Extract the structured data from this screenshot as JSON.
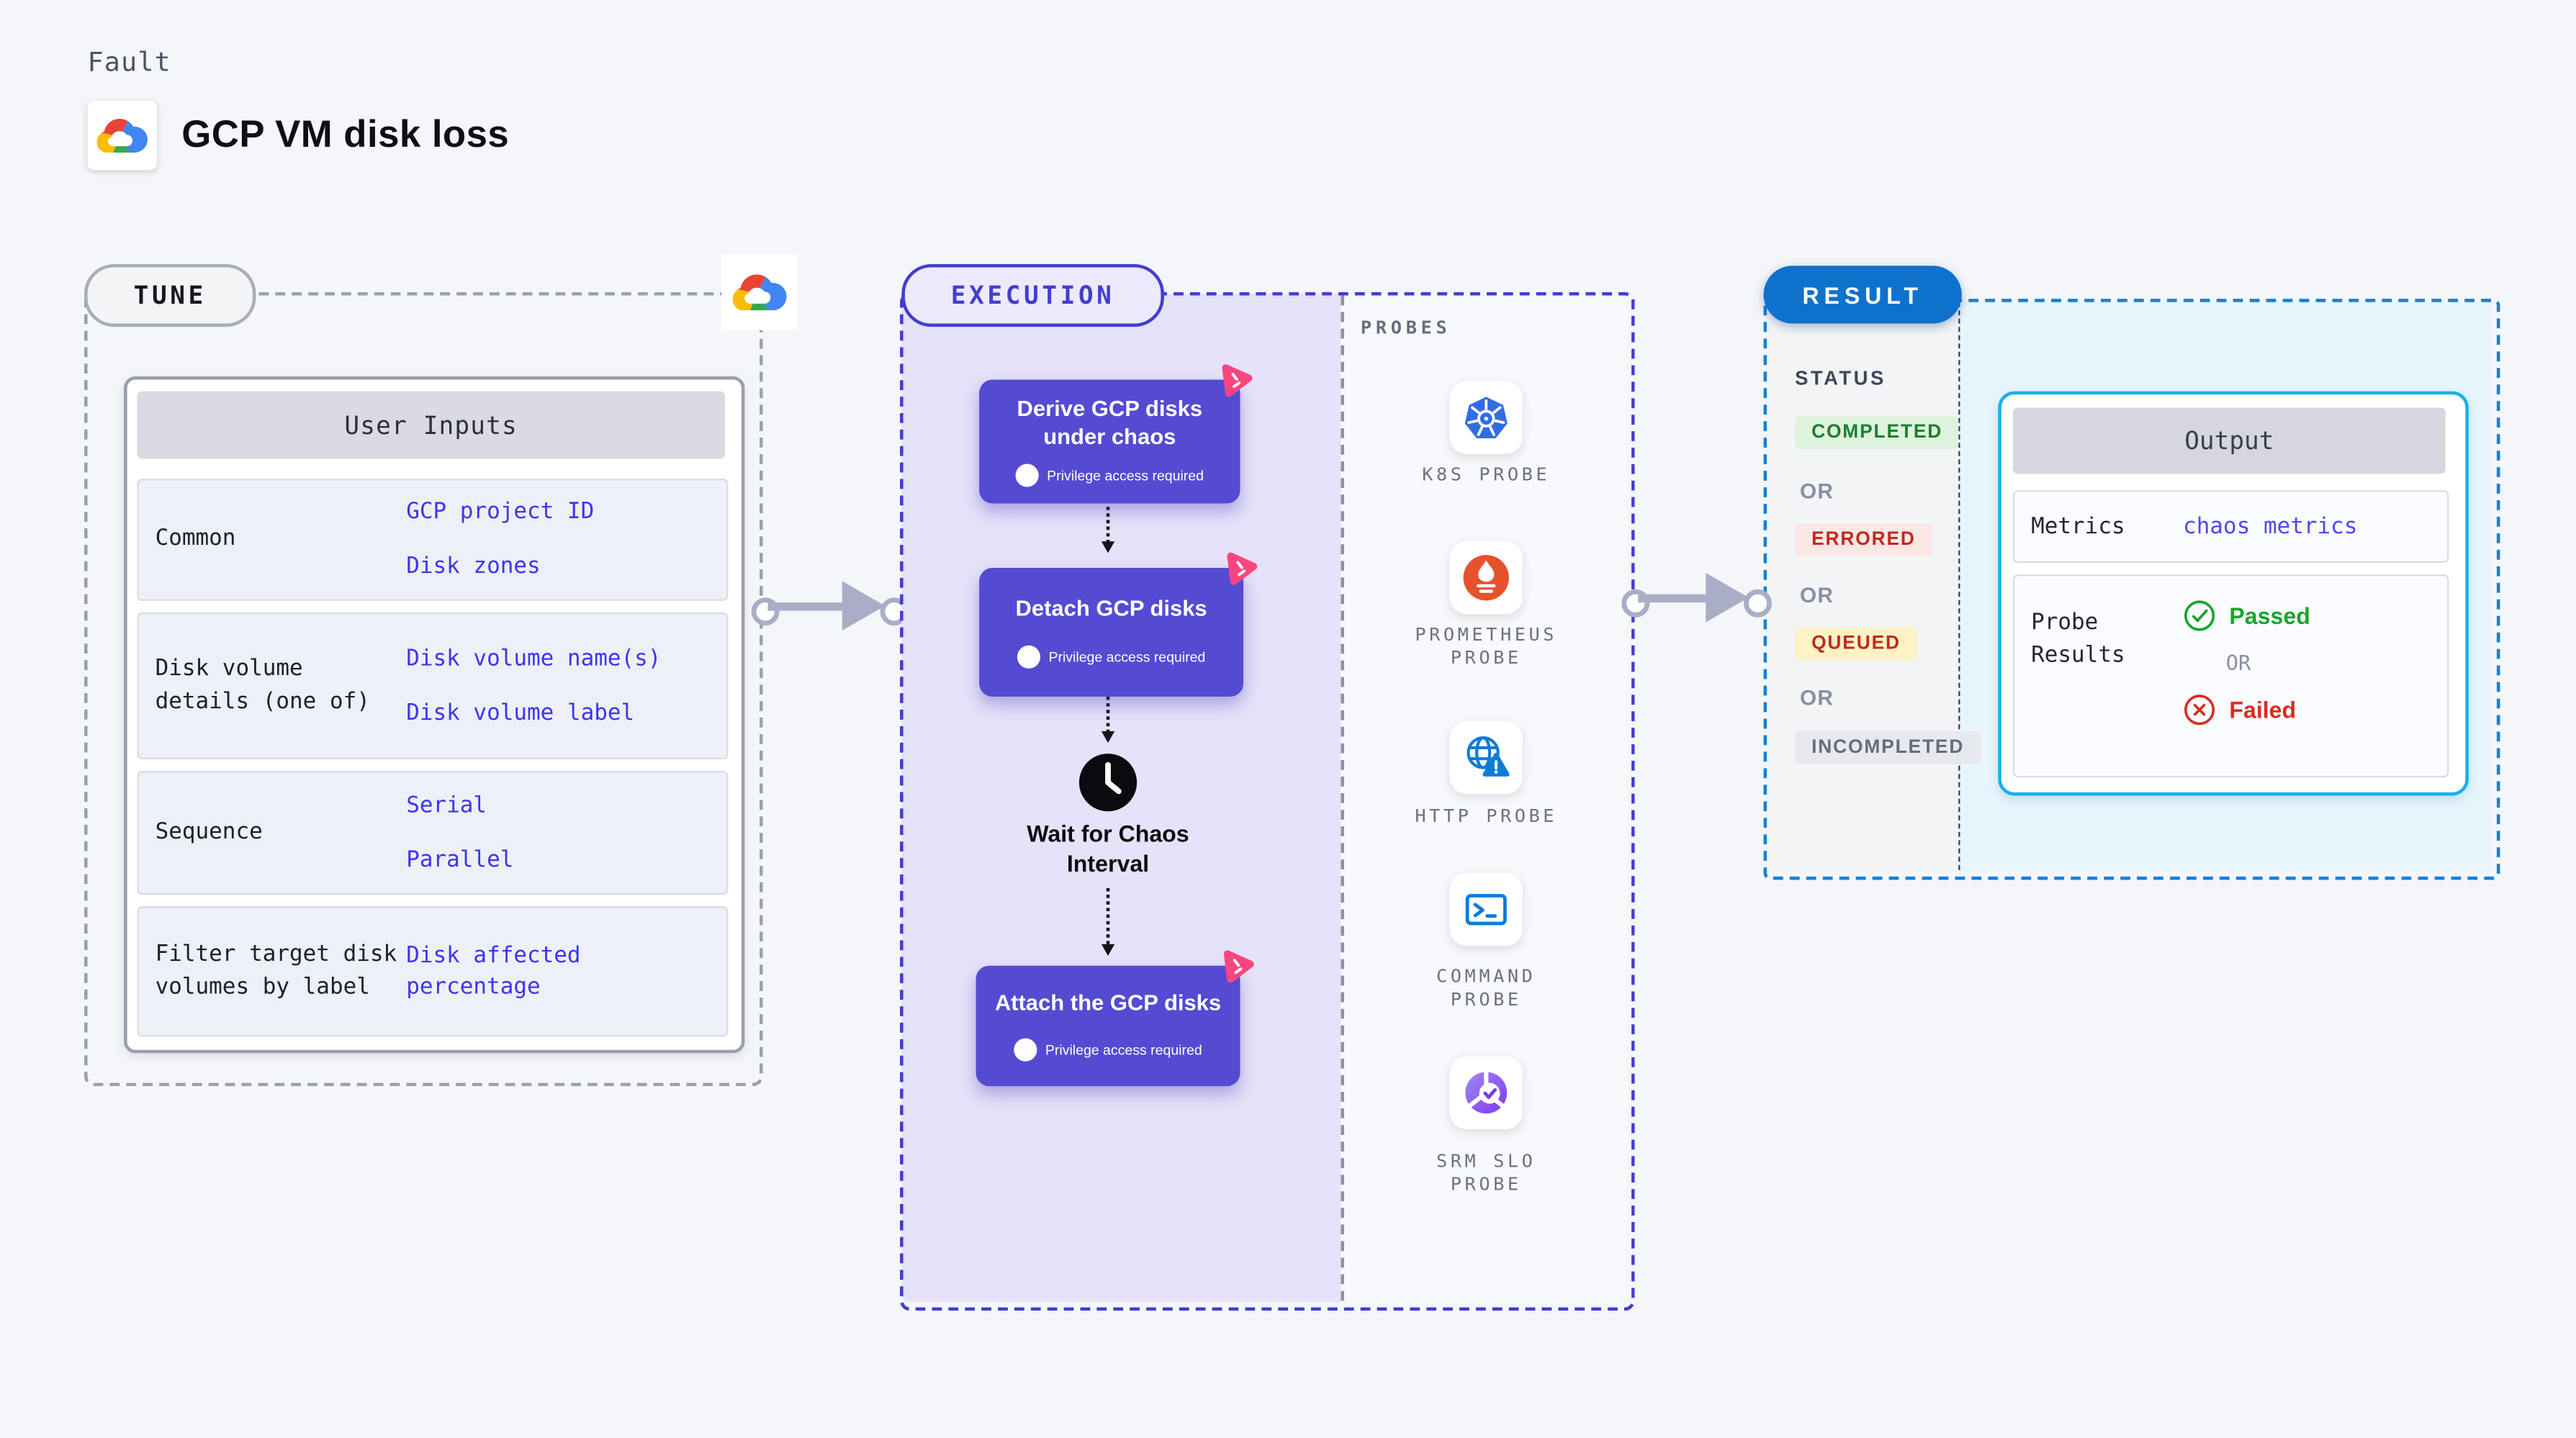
{
  "header": {
    "fault_label": "Fault",
    "title": "GCP VM disk loss"
  },
  "tune": {
    "badge": "TUNE",
    "table": {
      "header": "User Inputs",
      "rows": [
        {
          "label": "Common",
          "values": [
            "GCP project ID",
            "Disk zones"
          ]
        },
        {
          "label": "Disk volume details (one of)",
          "values": [
            "Disk volume name(s)",
            "Disk volume label"
          ]
        },
        {
          "label": "Sequence",
          "values": [
            "Serial",
            "Parallel"
          ]
        },
        {
          "label": "Filter target disk volumes by label",
          "values": [
            "Disk affected percentage"
          ]
        }
      ]
    }
  },
  "execution": {
    "badge": "EXECUTION",
    "steps": [
      {
        "label": "Derive GCP disks under chaos",
        "note": "Privilege access required"
      },
      {
        "label": "Detach GCP disks",
        "note": "Privilege access required"
      },
      {
        "label": "Wait for Chaos Interval"
      },
      {
        "label": "Attach the GCP disks",
        "note": "Privilege access required"
      }
    ]
  },
  "probes": {
    "label": "PROBES",
    "items": [
      {
        "label": "K8S PROBE",
        "icon": "kubernetes-icon"
      },
      {
        "label": "PROMETHEUS PROBE",
        "icon": "prometheus-icon"
      },
      {
        "label": "HTTP PROBE",
        "icon": "http-globe-icon"
      },
      {
        "label": "COMMAND PROBE",
        "icon": "terminal-icon"
      },
      {
        "label": "SRM SLO PROBE",
        "icon": "slo-donut-icon"
      }
    ]
  },
  "result": {
    "badge": "RESULT",
    "status_label": "STATUS",
    "or_label": "OR",
    "statuses": [
      {
        "label": "COMPLETED",
        "kind": "success"
      },
      {
        "label": "ERRORED",
        "kind": "error"
      },
      {
        "label": "QUEUED",
        "kind": "queued"
      },
      {
        "label": "INCOMPLETED",
        "kind": "muted"
      }
    ],
    "output": {
      "header": "Output",
      "metrics_label": "Metrics",
      "metrics_value": "chaos metrics",
      "probe_results_label": "Probe Results",
      "passed_label": "Passed",
      "or_label": "OR",
      "failed_label": "Failed"
    }
  },
  "colors": {
    "page_bg": "#f4f6fa",
    "execution_accent": "#443dd0",
    "execution_fill": "#e5e2f9",
    "node_fill": "#544bd2",
    "chaos_pink": "#f9467e",
    "link_blue": "#3b35f1",
    "result_accent": "#1482d8",
    "result_badge": "#0e72cd",
    "output_border": "#19b1e8",
    "completed_green": "#1d7f2b",
    "errored_red": "#c3291d",
    "queued_bg": "#fdf2c5",
    "success_green": "#18a42e",
    "failed_red": "#d62e20",
    "arrow_gray": "#a9aec6"
  }
}
